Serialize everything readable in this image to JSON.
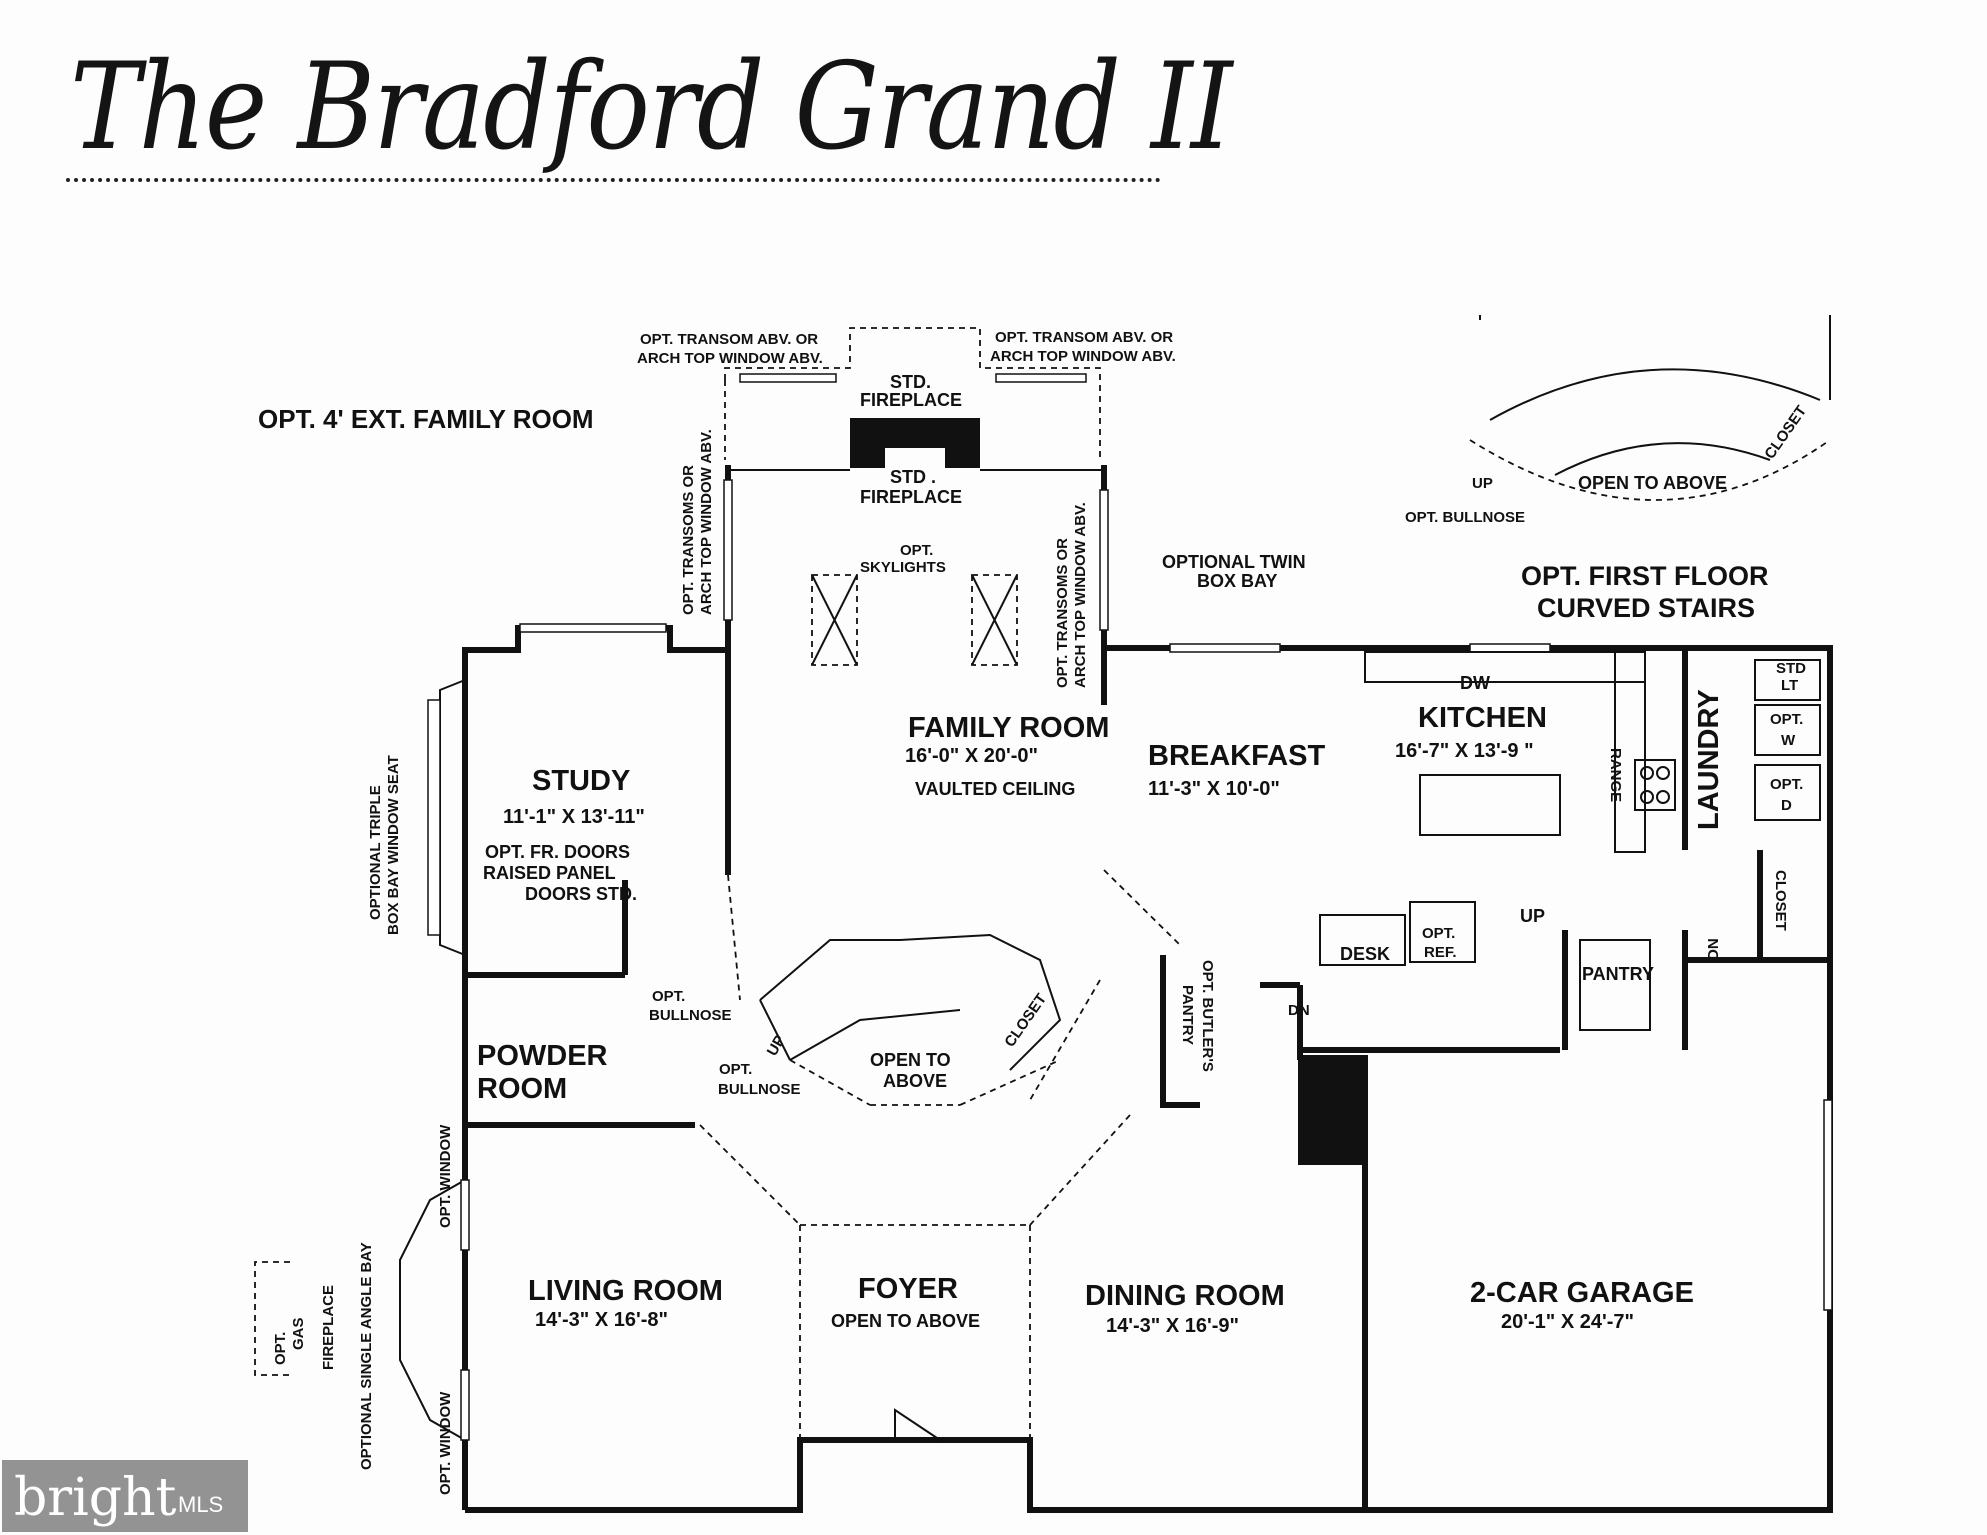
{
  "title": "The Bradford Grand II",
  "watermark": {
    "brand": "bright",
    "suffix": "MLS"
  },
  "rooms": {
    "family_room": {
      "name": "FAMILY ROOM",
      "dims": "16'-0\" X 20'-0\"",
      "note": "VAULTED CEILING"
    },
    "study": {
      "name": "STUDY",
      "dims": "11'-1\" X 13'-11\""
    },
    "breakfast": {
      "name": "BREAKFAST",
      "dims": "11'-3\" X 10'-0\""
    },
    "kitchen": {
      "name": "KITCHEN",
      "dims": "16'-7\" X 13'-9 \""
    },
    "laundry": {
      "name": "LAUNDRY"
    },
    "powder_room": {
      "name_1": "POWDER",
      "name_2": "ROOM"
    },
    "living_room": {
      "name": "LIVING ROOM",
      "dims": "14'-3\" X 16'-8\""
    },
    "foyer": {
      "name": "FOYER",
      "note": "OPEN TO ABOVE"
    },
    "dining_room": {
      "name": "DINING ROOM",
      "dims": "14'-3\" X 16'-9\""
    },
    "garage": {
      "name": "2-CAR GARAGE",
      "dims": "20'-1\" X 24'-7\""
    },
    "pantry": {
      "name": "PANTRY"
    }
  },
  "notes": {
    "opt_ext_family": "OPT. 4' EXT. FAMILY ROOM",
    "transom_left_1": "OPT. TRANSOM ABV. OR",
    "transom_left_2": "ARCH TOP WINDOW ABV.",
    "transom_right_1": "OPT. TRANSOM ABV. OR",
    "transom_right_2": "ARCH TOP WINDOW ABV.",
    "std_fireplace_upper_1": "STD.",
    "std_fireplace_upper_2": "FIREPLACE",
    "std_fireplace_lower_1": "STD .",
    "std_fireplace_lower_2": "FIREPLACE",
    "transoms_left_1": "OPT. TRANSOMS OR",
    "transoms_left_2": "ARCH TOP WINDOW ABV.",
    "transoms_right_1": "OPT. TRANSOMS OR",
    "transoms_right_2": "ARCH TOP WINDOW ABV.",
    "skylights_1": "OPT.",
    "skylights_2": "SKYLIGHTS",
    "twin_box_bay_1": "OPTIONAL TWIN",
    "twin_box_bay_2": "BOX BAY",
    "first_floor_stairs_1": "OPT. FIRST FLOOR",
    "first_floor_stairs_2": "CURVED STAIRS",
    "open_to_above_stairs": "OPEN TO ABOVE",
    "opt_bullnose_top": "OPT. BULLNOSE",
    "up_top": "UP",
    "closet_top": "CLOSET",
    "triple_box_bay_1": "OPTIONAL TRIPLE",
    "triple_box_bay_2": "BOX BAY WINDOW SEAT",
    "fr_doors_1": "OPT. FR. DOORS",
    "fr_doors_2": "RAISED PANEL",
    "fr_doors_3": "DOORS STD.",
    "bullnose_1a": "OPT.",
    "bullnose_1b": "BULLNOSE",
    "bullnose_2a": "OPT.",
    "bullnose_2b": "BULLNOSE",
    "up_mid": "UP",
    "open_to_above_mid_1": "OPEN TO",
    "open_to_above_mid_2": "ABOVE",
    "closet_mid": "CLOSET",
    "butlers_pantry_1": "OPT. BUTLER'S",
    "butlers_pantry_2": "PANTRY",
    "dw": "DW",
    "range": "RANGE",
    "std_lt_1": "STD",
    "std_lt_2": "LT",
    "opt_w_1": "OPT.",
    "opt_w_2": "W",
    "opt_d_1": "OPT.",
    "opt_d_2": "D",
    "closet_right": "CLOSET",
    "desk": "DESK",
    "opt_ref_1": "OPT.",
    "opt_ref_2": "REF.",
    "up_kitchen": "UP",
    "dn_left": "DN",
    "dn_right": "DN",
    "gas_fireplace_1": "OPT.",
    "gas_fireplace_2": "GAS",
    "gas_fireplace_3": "FIREPLACE",
    "single_angle_bay": "OPTIONAL SINGLE ANGLE BAY",
    "opt_window_upper": "OPT. WINDOW",
    "opt_window_lower": "OPT. WINDOW"
  }
}
